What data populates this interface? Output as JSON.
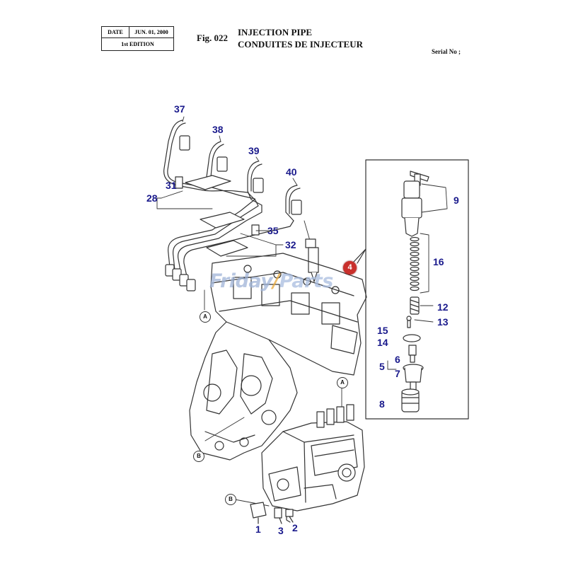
{
  "header": {
    "date_label": "DATE",
    "date_value": "JUN. 01, 2000",
    "edition": "1st EDITION",
    "fig_no": "Fig. 022",
    "title_en": "INJECTION PIPE",
    "title_fr": "CONDUITES DE INJECTEUR",
    "serial": "Serial No ;"
  },
  "watermark": {
    "part1": "Friday",
    "slash": "/",
    "part2": "Parts"
  },
  "badge": "4",
  "refs": {
    "a_top": "A",
    "a_mid": "A",
    "b_mid": "B",
    "b_low": "B"
  },
  "callouts": {
    "c37": "37",
    "c38": "38",
    "c39": "39",
    "c40": "40",
    "c31": "31",
    "c28": "28",
    "c35": "35",
    "c32": "32",
    "c9": "9",
    "c16": "16",
    "c12": "12",
    "c13": "13",
    "c15": "15",
    "c14": "14",
    "c6": "6",
    "c5": "5",
    "c7": "7",
    "c8": "8",
    "c1": "1",
    "c3": "3",
    "c2": "2"
  },
  "colors": {
    "callout": "#1a1a8c",
    "badge": "#c9302c",
    "line": "#333333"
  }
}
